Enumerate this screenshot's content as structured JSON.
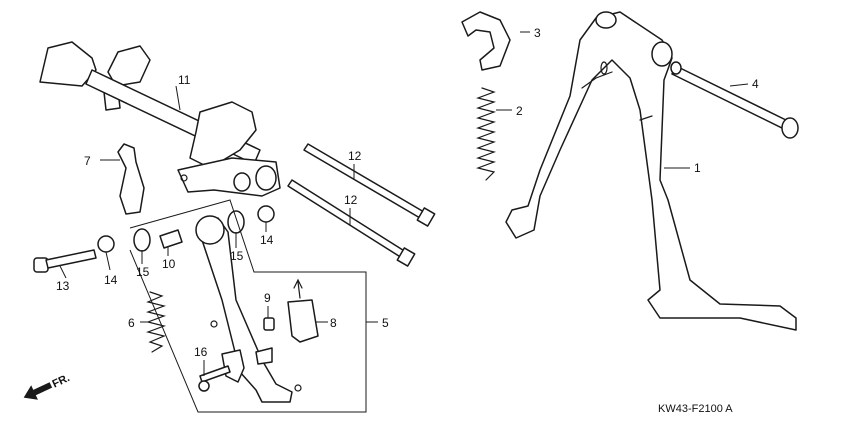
{
  "callouts": {
    "c1": "1",
    "c2": "2",
    "c3": "3",
    "c4": "4",
    "c5": "5",
    "c6": "6",
    "c7": "7",
    "c8": "8",
    "c9": "9",
    "c10": "10",
    "c11": "11",
    "c12a": "12",
    "c12b": "12",
    "c13": "13",
    "c14a": "14",
    "c14b": "14",
    "c15a": "15",
    "c15b": "15",
    "c16": "16"
  },
  "direction_label": "FR.",
  "diagram_code": "KW43-F2100 A",
  "colors": {
    "line": "#1a1a1a",
    "background": "#ffffff"
  }
}
